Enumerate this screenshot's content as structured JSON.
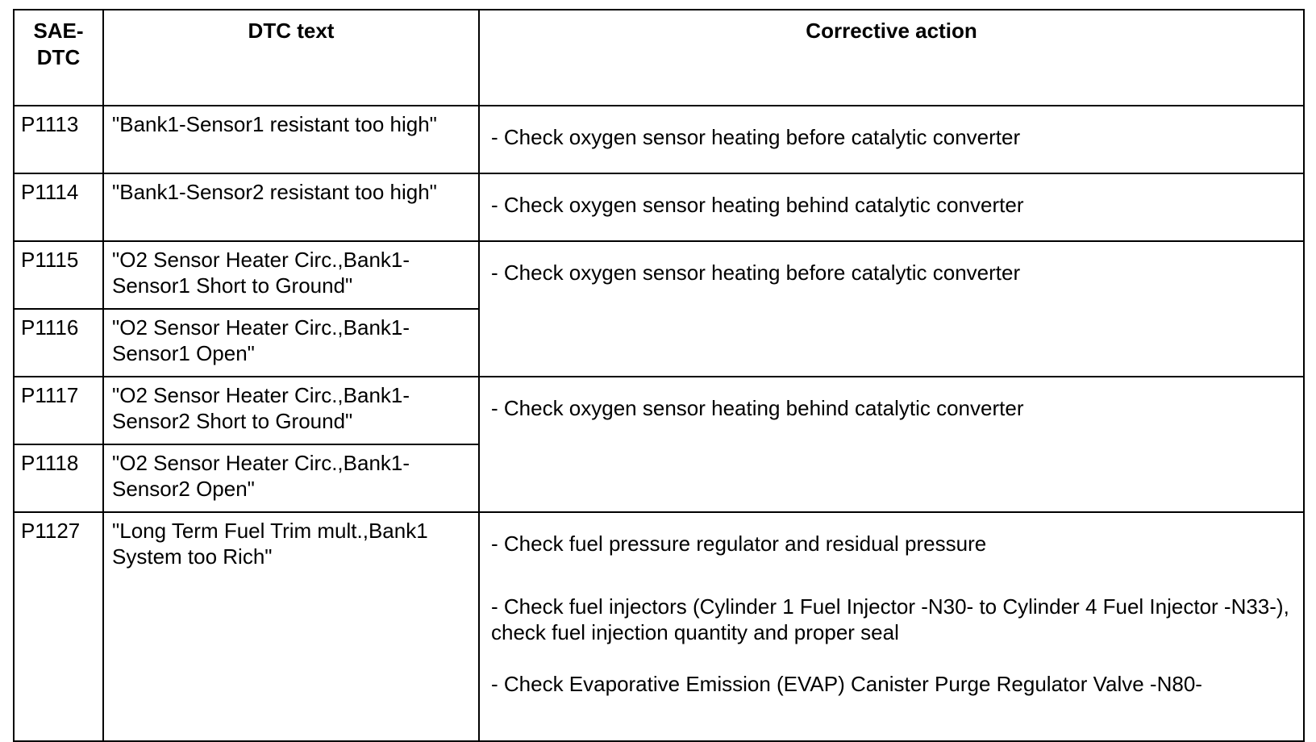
{
  "table": {
    "headers": {
      "sae_dtc": [
        "SAE-",
        "DTC"
      ],
      "dtc_text": "DTC text",
      "corrective_action": "Corrective action"
    },
    "rows": [
      {
        "code": "P1113",
        "text": "\"Bank1-Sensor1 resistant too high\""
      },
      {
        "code": "P1114",
        "text": "\"Bank1-Sensor2 resistant too high\""
      },
      {
        "code": "P1115",
        "text": "\"O2 Sensor Heater Circ.,Bank1-Sensor1 Short to Ground\""
      },
      {
        "code": "P1116",
        "text": "\"O2 Sensor Heater Circ.,Bank1-Sensor1 Open\""
      },
      {
        "code": "P1117",
        "text": "\"O2 Sensor Heater Circ.,Bank1-Sensor2 Short to Ground\""
      },
      {
        "code": "P1118",
        "text": "\"O2 Sensor Heater Circ.,Bank1-Sensor2 Open\""
      },
      {
        "code": "P1127",
        "text": "\"Long Term Fuel Trim mult.,Bank1 System too Rich\""
      }
    ],
    "actions": [
      [
        "- Check oxygen sensor heating before catalytic converter"
      ],
      [
        "- Check oxygen sensor heating behind catalytic converter"
      ],
      [
        "- Check oxygen sensor heating before catalytic converter"
      ],
      [
        "- Check oxygen sensor heating behind catalytic converter"
      ],
      [
        "- Check fuel pressure regulator and residual pressure",
        "- Check fuel injectors (Cylinder 1 Fuel Injector -N30- to Cylinder 4 Fuel Injector -N33-), check fuel injection quantity and proper seal",
        "- Check Evaporative Emission (EVAP) Canister Purge Regulator Valve -N80-"
      ]
    ]
  }
}
